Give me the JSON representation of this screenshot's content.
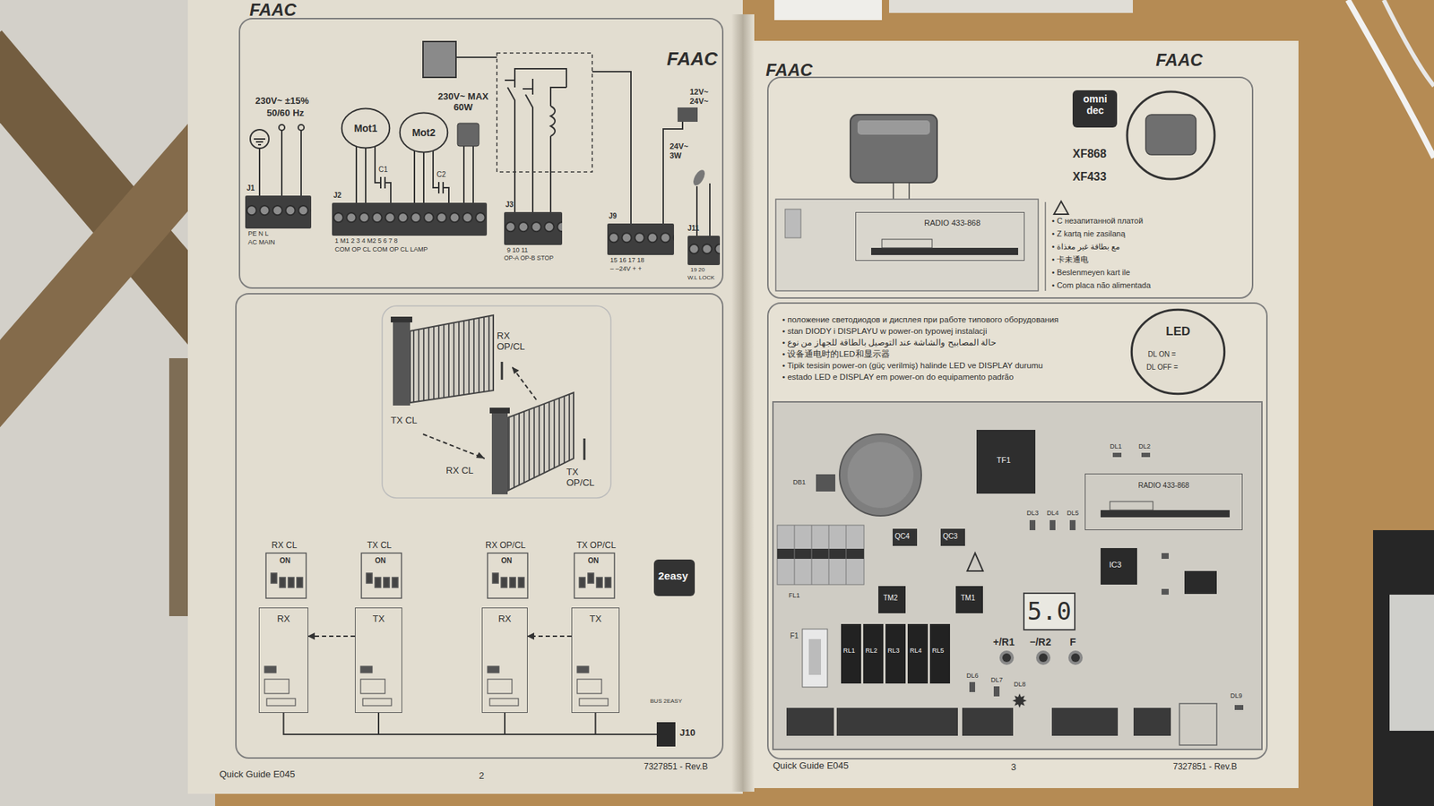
{
  "diagram": {
    "nodes": [
      {
        "text": [
          "Mot1"
        ]
      },
      {
        "text": [
          "Mot2"
        ]
      },
      {
        "text": [
          "J1",
          "PE N L",
          "AC MAIN"
        ]
      },
      {
        "text": [
          "J2",
          "1 M1 2 3 4 M2 5 6 7 8",
          "COM OP CL COM OP CL LAMP"
        ]
      },
      {
        "text": [
          "J3",
          "9 10 11",
          "OP-A OP-B STOP"
        ]
      },
      {
        "text": [
          "J9",
          "15 16 17 18",
          "– –24V + +"
        ]
      },
      {
        "text": [
          "J11",
          "19 20",
          "W.L LOCK"
        ]
      },
      {
        "text": [
          "RX CL",
          "RX"
        ]
      },
      {
        "text": [
          "TX CL",
          "TX"
        ]
      },
      {
        "text": [
          "RX OP/CL",
          "RX"
        ]
      },
      {
        "text": [
          "TX OP/CL",
          "TX"
        ]
      },
      {
        "text": [
          "BUS 2EASY",
          "J10"
        ]
      },
      {
        "text": [
          "RADIO 433-868"
        ]
      },
      {
        "text": [
          "LED",
          "DL ON =",
          "DL OFF ="
        ]
      },
      {
        "text": [
          "RADIO 433-868"
        ]
      },
      {
        "text": [
          "5.0"
        ]
      }
    ],
    "edges": [
      {
        "from": 0,
        "to": 3,
        "arrow": "none"
      },
      {
        "from": 1,
        "to": 3,
        "arrow": "none"
      },
      {
        "from": 8,
        "to": 7,
        "arrow": "to"
      },
      {
        "from": 10,
        "to": 9,
        "arrow": "to"
      },
      {
        "from": 7,
        "to": 11,
        "arrow": "none"
      },
      {
        "from": 8,
        "to": 11,
        "arrow": "none"
      },
      {
        "from": 9,
        "to": 11,
        "arrow": "none"
      },
      {
        "from": 10,
        "to": 11,
        "arrow": "none"
      }
    ],
    "labels": [
      "FAAC",
      "FAAC",
      "230V~ ±15%",
      "50/60 Hz",
      "C1",
      "C2",
      "230V~ MAX 60W",
      "12V~ 24V~",
      "24V~ 3W",
      "RX OP/CL",
      "TX CL",
      "RX CL",
      "TX OP/CL",
      "2easy",
      "ON",
      "ON",
      "ON",
      "ON",
      "Quick Guide E045",
      "2",
      "7327851 - Rev.B",
      "FAAC",
      "FAAC",
      "omni dec",
      "XF868",
      "XF433",
      "• С незапитанной платой",
      "• Z kartą nie zasilaną",
      "• مع بطاقة غير مغذاة",
      "• 卡未通电",
      "• Beslenmeyen kart ile",
      "• Com placa não alimentada",
      "• положение светодиодов и дисплея при работе типового оборудования",
      "• stan DIODY i DISPLAYU w power-on typowej instalacji",
      "• حالة المصابيح والشاشة عند التوصيل بالطاقة للجهاز من نوع",
      "• 设备通电时的LED和显示器",
      "• Tipik tesisin power-on (güç verilmiş) halinde LED ve DISPLAY durumu",
      "• estado LED e DISPLAY em power-on do equipamento padrão",
      "TF1",
      "DB1",
      "FL1",
      "QC4",
      "QC3",
      "TM2",
      "TM1",
      "IC3",
      "RL1",
      "RL2",
      "RL3",
      "RL4",
      "RL5",
      "+/R1",
      "−/R2",
      "F",
      "F1",
      "DL1",
      "DL2",
      "DL3",
      "DL4",
      "DL5",
      "DL6",
      "DL7",
      "DL8",
      "DL9",
      "Quick Guide E045",
      "3",
      "7327851 - Rev.B"
    ]
  }
}
